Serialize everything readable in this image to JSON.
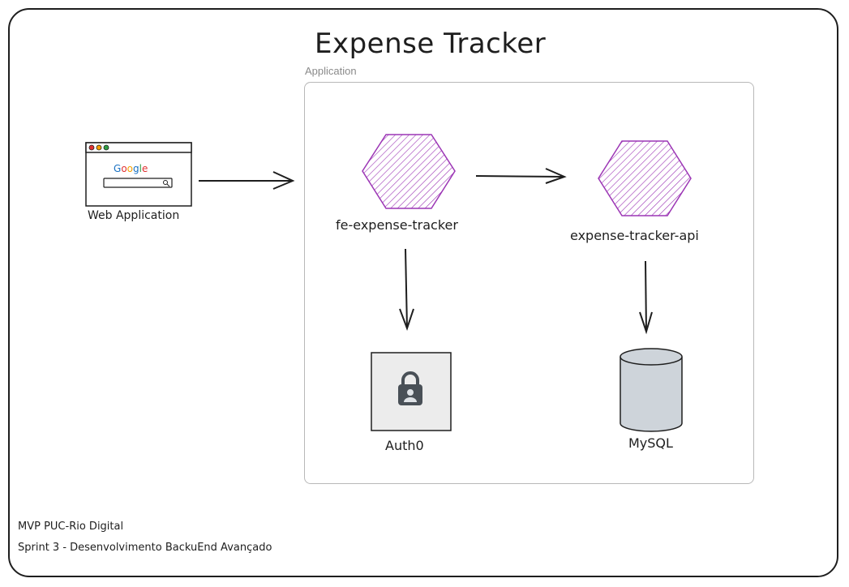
{
  "title": "Expense Tracker",
  "group_label": "Application",
  "nodes": {
    "web_app": {
      "label": "Web Application",
      "browser_text": "Google"
    },
    "frontend": {
      "label": "fe-expense-tracker"
    },
    "api": {
      "label": "expense-tracker-api"
    },
    "auth": {
      "label": "Auth0"
    },
    "db": {
      "label": "MySQL"
    }
  },
  "footer": {
    "line1": "MVP PUC-Rio Digital",
    "line2": "Sprint 3 - Desenvolvimento BackuEnd Avançado"
  },
  "colors": {
    "service": "#9c36b5",
    "stroke": "#1e1e1e",
    "group_border": "#b8b8b8",
    "db_fill": "#ced4da"
  }
}
